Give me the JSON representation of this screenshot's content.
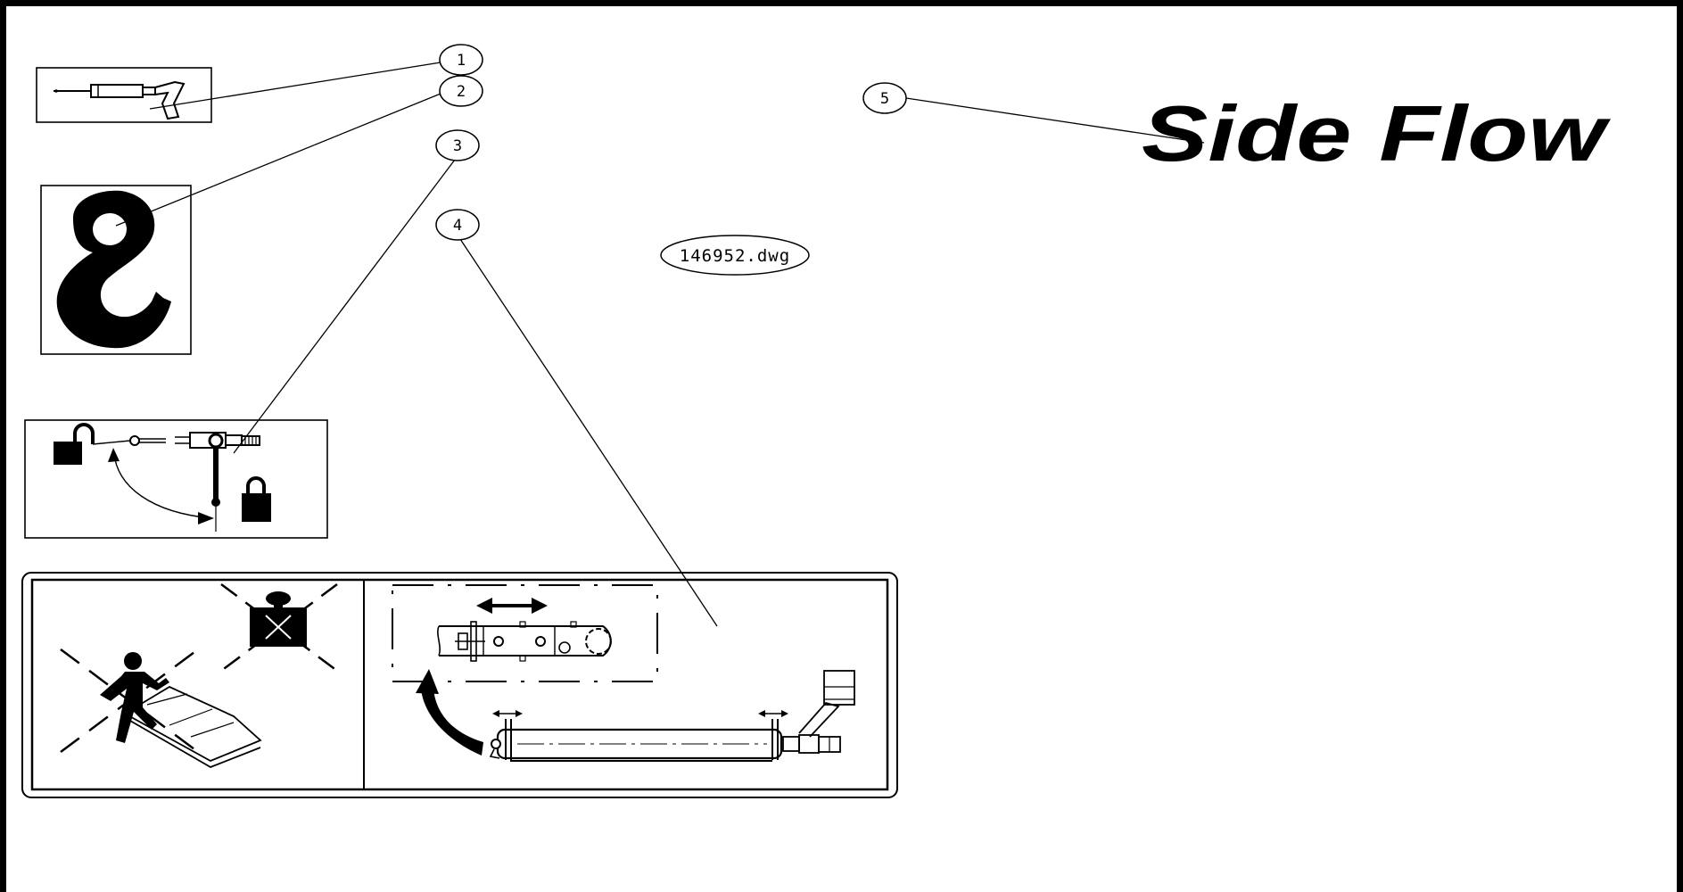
{
  "callouts": [
    "1",
    "2",
    "3",
    "4",
    "5"
  ],
  "file_tag": "146952.dwg",
  "title": "Side Flow",
  "icons": {
    "grease_gun": "grease-gun-icon",
    "lifting_hook": "lifting-hook-icon",
    "lockout": "lockout-valve-icon",
    "safety_panel": "no-step-warning-icon",
    "idler_panel": "idler-adjust-icon"
  },
  "colors": {
    "ink": "#000000",
    "paper": "#ffffff"
  }
}
